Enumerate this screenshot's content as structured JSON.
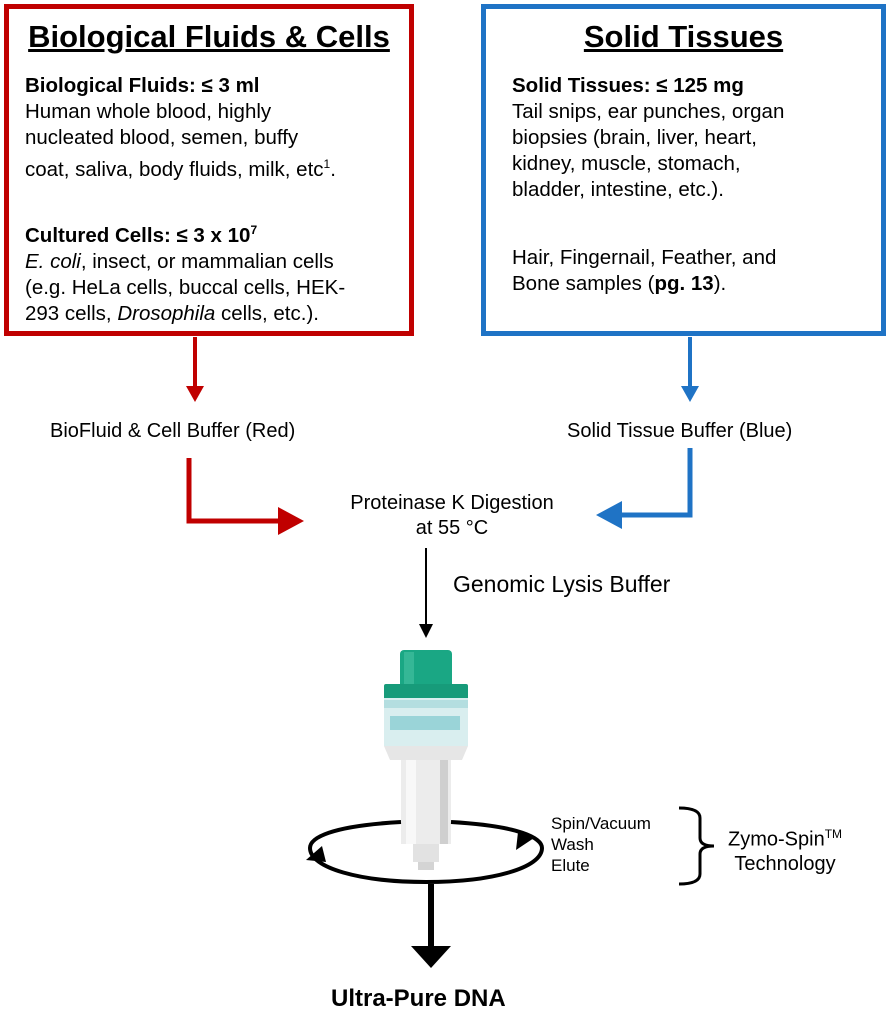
{
  "left_box": {
    "title": "Biological Fluids & Cells",
    "fluids": {
      "heading": "Biological Fluids: ≤ 3 ml",
      "lines": [
        "Human whole blood, highly",
        "nucleated blood, semen, buffy"
      ],
      "last_line_text": "coat, saliva, body fluids, milk, etc",
      "footnote": "1",
      "last_line_end": "."
    },
    "cells": {
      "heading_text": "Cultured Cells: ≤ 3 x 10",
      "heading_exp": "7",
      "line1_italic": "E. coli",
      "line1_rest": ", insect, or mammalian cells",
      "line2": "(e.g. HeLa cells, buccal cells, HEK-",
      "line3_start": "293 cells, ",
      "line3_italic": "Drosophila",
      "line3_end": " cells, etc.)."
    },
    "color": "#c00000"
  },
  "right_box": {
    "title": "Solid Tissues",
    "tissues": {
      "heading": "Solid Tissues: ≤ 125 mg",
      "lines": [
        "Tail snips, ear punches, organ",
        "biopsies (brain, liver, heart,",
        "kidney, muscle, stomach,",
        "bladder, intestine, etc.)."
      ]
    },
    "other": {
      "line1": "Hair, Fingernail, Feather, and",
      "line2_start": "Bone samples (",
      "line2_bold": "pg. 13",
      "line2_end": ")."
    },
    "color": "#1f73c5"
  },
  "buffers": {
    "left": "BioFluid & Cell Buffer (Red)",
    "right": "Solid Tissue Buffer (Blue)"
  },
  "digestion": {
    "line1": "Proteinase K Digestion",
    "line2": "at 55 °C"
  },
  "lysis": "Genomic Lysis Buffer",
  "spin_steps": [
    "Spin/Vacuum",
    "Wash",
    "Elute"
  ],
  "technology": {
    "name": "Zymo-Spin",
    "sup": "TM",
    "line2": "Technology"
  },
  "result": "Ultra-Pure DNA",
  "column_icon": "spin-column-icon"
}
